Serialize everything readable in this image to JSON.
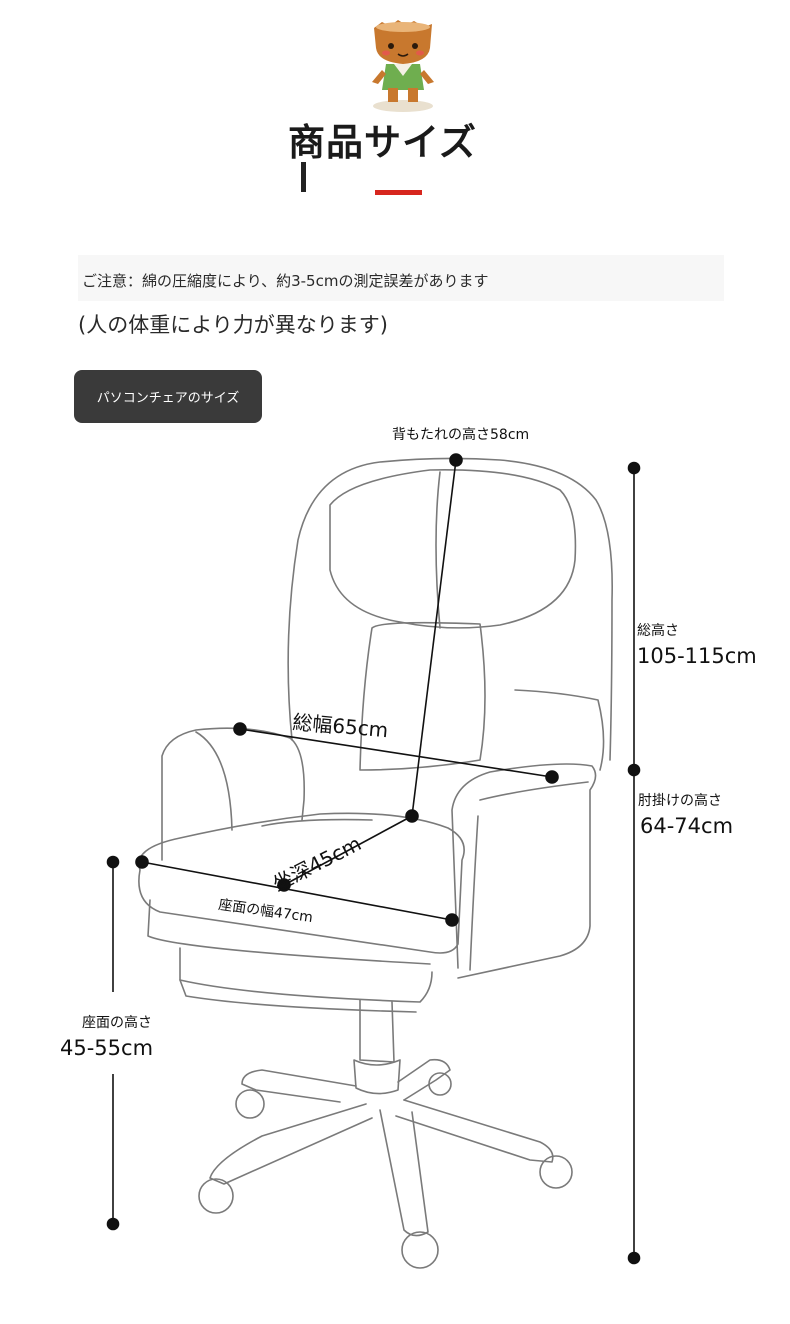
{
  "header": {
    "title": "商品サイズ"
  },
  "note": {
    "caution": "ご注意：綿の圧縮度により、約3-5cmの測定誤差があります",
    "sub": "(人の体重により力が異なります)"
  },
  "section": {
    "badge": "パソコンチェアのサイズ"
  },
  "dimensions": {
    "backrest_height": "背もたれの高さ58cm",
    "total_height_label": "総高さ",
    "total_height_value": "105-115cm",
    "armrest_height_label": "肘掛けの高さ",
    "armrest_height_value": "64-74cm",
    "total_width": "総幅65cm",
    "seat_depth": "坐深45cm",
    "seat_width": "座面の幅47cm",
    "seat_height_label": "座面の高さ",
    "seat_height_value": "45-55cm"
  },
  "colors": {
    "accent_red": "#d7261e",
    "badge_bg": "#3a3a3a",
    "line": "#111111"
  }
}
